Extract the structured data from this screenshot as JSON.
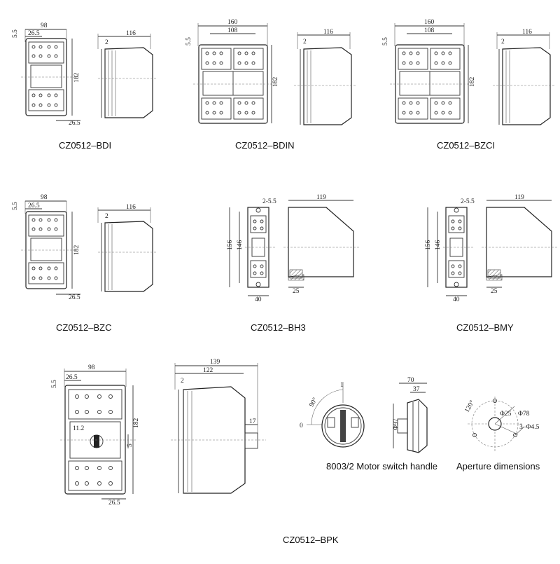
{
  "diagrams": [
    {
      "key": "bdi",
      "caption": "CZ0512–BDI",
      "dims": {
        "w": "98",
        "h": "182",
        "d": "116",
        "a": "5.5",
        "b": "26.5",
        "c": "2",
        "e": "26.5"
      }
    },
    {
      "key": "bdin",
      "caption": "CZ0512–BDIN",
      "dims": {
        "w": "160",
        "w2": "108",
        "h": "182",
        "d": "116",
        "a": "5.5",
        "c": "2"
      }
    },
    {
      "key": "bzci",
      "caption": "CZ0512–BZCI",
      "dims": {
        "w": "160",
        "w2": "108",
        "h": "182",
        "d": "116",
        "a": "5.5",
        "c": "2"
      }
    },
    {
      "key": "bzc",
      "caption": "CZ0512–BZC",
      "dims": {
        "w": "98",
        "h": "182",
        "d": "116",
        "a": "5.5",
        "b": "26.5",
        "c": "2",
        "e": "26.5"
      }
    },
    {
      "key": "bh3",
      "caption": "CZ0512–BH3",
      "dims": {
        "h": "156",
        "h2": "146",
        "top": "2-5.5",
        "d": "119",
        "w": "40",
        "f": "25"
      }
    },
    {
      "key": "bmy",
      "caption": "CZ0512–BMY",
      "dims": {
        "h": "156",
        "h2": "146",
        "top": "2-5.5",
        "d": "119",
        "w": "40",
        "f": "25"
      }
    },
    {
      "key": "bpk",
      "caption": "CZ0512–BPK",
      "dims": {
        "w": "98",
        "h": "182",
        "d": "139",
        "d2": "122",
        "a": "5.5",
        "b": "26.5",
        "c": "2",
        "e": "26.5",
        "s": "11.2",
        "t": "5",
        "u": "17"
      }
    }
  ],
  "handle": {
    "caption": "8003/2 Motor switch handle",
    "angle": "90°",
    "zero": "0",
    "one": "1",
    "dia": "Φ97",
    "d1": "70",
    "d2": "37"
  },
  "aperture": {
    "caption": "Aperture dimensions",
    "angle": "120°",
    "d1": "Φ25",
    "d2": "Φ78",
    "holes": "3–Φ4.5"
  }
}
